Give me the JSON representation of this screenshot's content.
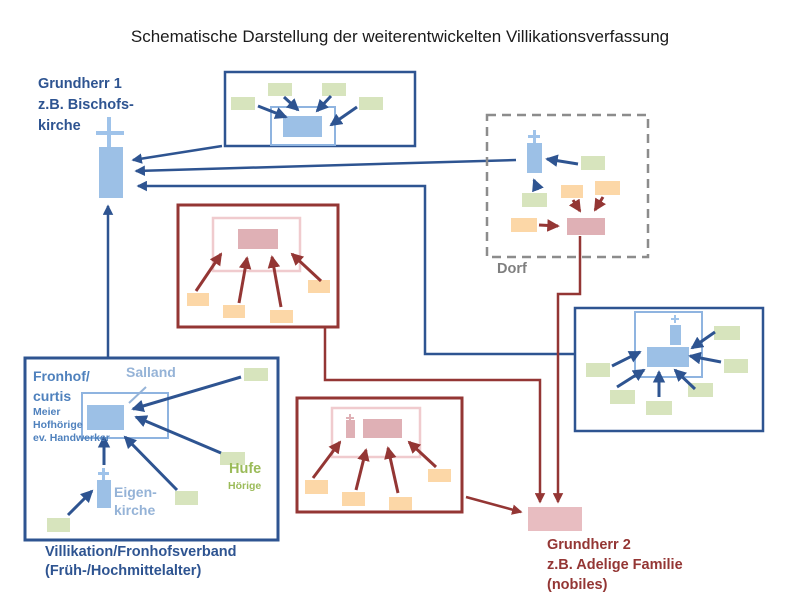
{
  "title": "Schematische Darstellung der weiterentwickelten Villikationsverfassung",
  "grundherr1": {
    "lines": [
      "Grundherr 1",
      "z.B. Bischofs-",
      "kirche"
    ]
  },
  "dorf": {
    "label": "Dorf"
  },
  "villikation": {
    "fronhof": {
      "line1": "Fronhof/",
      "line2": "curtis",
      "sub1": "Meier",
      "sub2": "Hofhörige",
      "sub3": "ev. Handwerker"
    },
    "salland": "Salland",
    "hufe": {
      "label": "Hufe",
      "sub": "Hörige"
    },
    "eigenkirche": {
      "line1": "Eigen-",
      "line2": "kirche"
    },
    "caption": {
      "line1": "Villikation/Fronhofsverband",
      "line2": "(Früh-/Hochmittelalter)"
    }
  },
  "grundherr2": {
    "lines": [
      "Grundherr 2",
      "z.B. Adelige Familie",
      "(nobiles)"
    ]
  },
  "colors": {
    "dark_blue": "#2E5491",
    "medium_blue": "#4F81BD",
    "light_blue_text": "#95B3D7",
    "light_blue_fill": "#9CC0E6",
    "light_blue_border": "#8FB4E0",
    "green_fill": "#D7E4BD",
    "green_text": "#9BBB59",
    "orange_fill": "#FCD7A7",
    "pink_fill": "#DFB0B5",
    "pink_border": "#F0CBCE",
    "dark_red": "#943634",
    "gray_dashed": "#8C8C8C",
    "gray_text": "#7F7F7F"
  }
}
